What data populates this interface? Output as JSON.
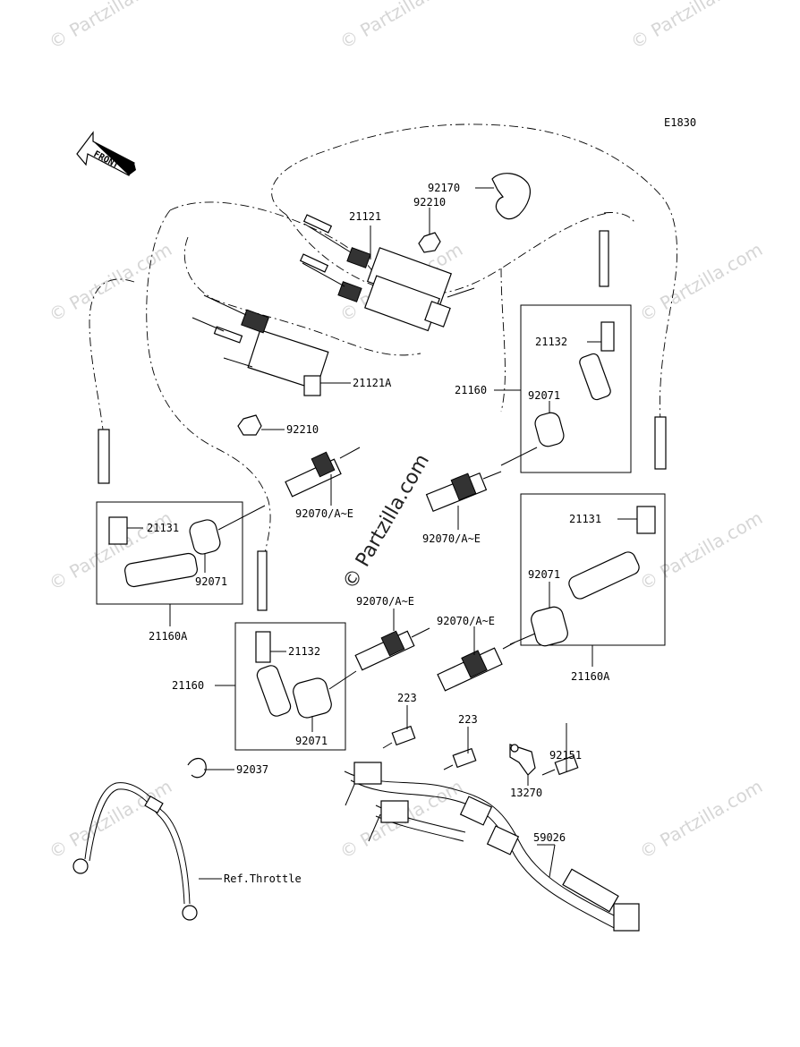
{
  "diagram": {
    "code": "E1830",
    "front_label": "FRONT",
    "watermark": "© Partzilla.com",
    "labels": {
      "p92170": "92170",
      "p92210_top": "92210",
      "p21121": "21121",
      "p21121A": "21121A",
      "p92210_mid": "92210",
      "p21132_r": "21132",
      "p21160_r": "21160",
      "p92071_r": "92071",
      "p21131_l": "21131",
      "p92071_l": "92071",
      "p21160A_l": "21160A",
      "p92070_a": "92070/A~E",
      "p92070_b": "92070/A~E",
      "p21131_r": "21131",
      "p92071_r2": "92071",
      "p21160A_r": "21160A",
      "p92070_c": "92070/A~E",
      "p92070_d": "92070/A~E",
      "p21132_l": "21132",
      "p21160_l": "21160",
      "p92071_l2": "92071",
      "p223_a": "223",
      "p223_b": "223",
      "p92151": "92151",
      "p13270": "13270",
      "p92037": "92037",
      "p59026": "59026",
      "ref_throttle": "Ref.Throttle"
    }
  }
}
